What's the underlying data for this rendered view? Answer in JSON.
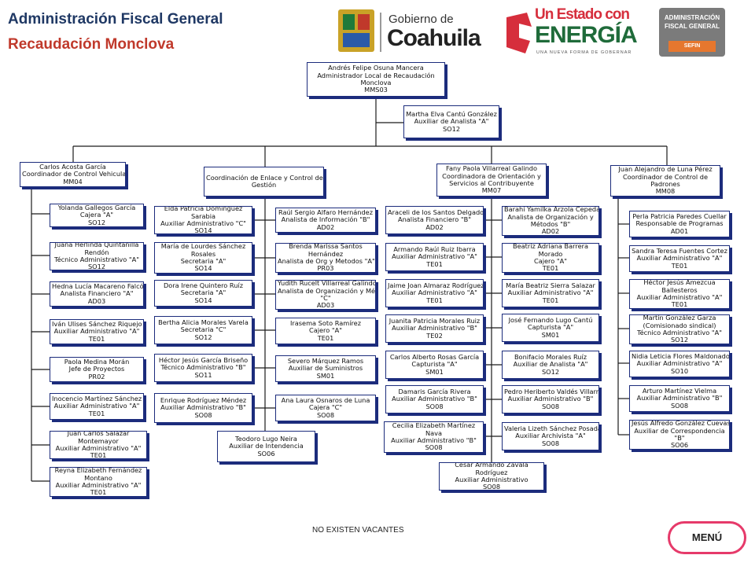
{
  "header": {
    "title": "Administración Fiscal General",
    "subtitle": "Recaudación Monclova"
  },
  "logos": {
    "coahuila_line1": "Gobierno de",
    "coahuila_line2": "Coahuila",
    "energia_line1": "Un Estado con",
    "energia_line2": "ENERGÍA",
    "energia_tagline": "UNA NUEVA FORMA DE GOBERNAR",
    "afg_line1": "ADMINISTRACIÓN",
    "afg_line2": "FISCAL GENERAL",
    "afg_line3": "SEFIN"
  },
  "footer": {
    "note": "NO EXISTEN VACANTES"
  },
  "menu": {
    "label": "MENÚ"
  },
  "colors": {
    "box_border": "#1c2c7c",
    "line": "#1a1a1a",
    "title": "#1f3864",
    "subtitle": "#c0392b",
    "menu_border": "#e63a6a"
  },
  "nodes": [
    {
      "id": "root",
      "lines": [
        "Andrés Felipe Osuna Mancera",
        "Administrador Local de Recaudación",
        "Monclova",
        "MMS03"
      ]
    },
    {
      "id": "aux",
      "lines": [
        "Martha Elva Cantú González",
        "Auxiliar de Analista \"A\"",
        "SO12"
      ]
    },
    {
      "id": "d1",
      "lines": [
        "Carlos Acosta García",
        "Coordinador de Control Vehicular",
        "MM04"
      ]
    },
    {
      "id": "d2",
      "lines": [
        "Coordinación de Enlace y Control de",
        "Gestión"
      ]
    },
    {
      "id": "d3",
      "lines": [
        "Fany Paola Villarreal Galindo",
        "Coordinadora de Orientación y",
        "Servicios al Contribuyente",
        "MM07"
      ]
    },
    {
      "id": "d4",
      "lines": [
        "Juan Alejandro de Luna Pérez",
        "Coordinador de Control de",
        "Padrones",
        "MM08"
      ]
    },
    {
      "id": "c1a",
      "lines": [
        "Yolanda Gallegos García",
        "Cajera \"A\"",
        "SO12"
      ]
    },
    {
      "id": "c1b",
      "lines": [
        "Juana Herlinda Quintanilla",
        "Rendón",
        "Técnico Administrativo \"A\"",
        "SO12"
      ]
    },
    {
      "id": "c1c",
      "lines": [
        "Hedna Lucía Macareno Falcón",
        "Analista Financiero \"A\"",
        "AD03"
      ]
    },
    {
      "id": "c1d",
      "lines": [
        "Iván Ulises Sánchez Riquejo",
        "Auxiliar Administrativo \"A\"",
        "TE01"
      ]
    },
    {
      "id": "c1e",
      "lines": [
        "Paola Medina Morán",
        "Jefe de Proyectos",
        "PR02"
      ]
    },
    {
      "id": "c1f",
      "lines": [
        "Inocencio Martínez Sánchez",
        "Auxiliar Administrativo \"A\"",
        "TE01"
      ]
    },
    {
      "id": "c1g",
      "lines": [
        "Juan Carlos Salazar",
        "Montemayor",
        "Auxiliar Administrativo \"A\"",
        "TE01"
      ]
    },
    {
      "id": "c1h",
      "lines": [
        "Reyna Elizabeth Fernández",
        "Montano",
        "Auxiliar Administrativo \"A\"",
        "TE01"
      ]
    },
    {
      "id": "c2a",
      "lines": [
        "Elda Patricia Domínguez",
        "Sarabia",
        "Auxiliar Administrativo \"C\"",
        "SO14"
      ]
    },
    {
      "id": "c2b",
      "lines": [
        "María de Lourdes Sánchez",
        "Rosales",
        "Secretaria \"A\"",
        "SO14"
      ]
    },
    {
      "id": "c2c",
      "lines": [
        "Dora Irene Quintero Ruíz",
        "Secretaria \"A\"",
        "SO14"
      ]
    },
    {
      "id": "c2d",
      "lines": [
        "Bertha Alicia Morales Varela",
        "Secretaria \"C\"",
        "SO12"
      ]
    },
    {
      "id": "c2e",
      "lines": [
        "Héctor Jesús García Briseño",
        "Técnico Administrativo \"B\"",
        "SO11"
      ]
    },
    {
      "id": "c2f",
      "lines": [
        "Enrique Rodríguez Méndez",
        "Auxiliar Administrativo \"B\"",
        "SO08"
      ]
    },
    {
      "id": "c2g",
      "lines": [
        "Teodoro Lugo Neira",
        "Auxiliar de Intendencia",
        "SO06"
      ]
    },
    {
      "id": "c2h",
      "lines": [
        "Raúl Sergio Alfaro Hernández",
        "Analista de Información \"B\"",
        "AD02"
      ]
    },
    {
      "id": "c2i",
      "lines": [
        "Brenda Marissa Santos",
        "Hernández",
        "Analista de Org y Metodos \"A\"",
        "PR03"
      ]
    },
    {
      "id": "c2j",
      "lines": [
        "Yudith Rucelt Villarreal Galindo",
        "Analista de Organización y Métodos",
        "\"C\"",
        "AD03"
      ]
    },
    {
      "id": "c2k",
      "lines": [
        "Irasema Soto Ramírez",
        "Cajero \"A\"",
        "TE01"
      ]
    },
    {
      "id": "c2l",
      "lines": [
        "Severo Márquez Ramos",
        "Auxiliar de Suministros",
        "SM01"
      ]
    },
    {
      "id": "c2m",
      "lines": [
        "Ana Laura Osnaros de Luna",
        "Cajera \"C\"",
        "SO08"
      ]
    },
    {
      "id": "c3a",
      "lines": [
        "Araceli de los Santos Delgado",
        "Analista Financiero \"B\"",
        "AD02"
      ]
    },
    {
      "id": "c3b",
      "lines": [
        "Armando Raúl Ruiz Ibarra",
        "Auxiliar Administrativo \"A\"",
        "TE01"
      ]
    },
    {
      "id": "c3c",
      "lines": [
        "Jaime Joan Almaraz Rodríguez",
        "Auxiliar Administrativo \"A\"",
        "TE01"
      ]
    },
    {
      "id": "c3d",
      "lines": [
        "Juanita Patricia Morales Ruiz",
        "Auxiliar Administrativo \"B\"",
        "TE02"
      ]
    },
    {
      "id": "c3e",
      "lines": [
        "Carlos Alberto Rosas García",
        "Capturista \"A\"",
        "SM01"
      ]
    },
    {
      "id": "c3f",
      "lines": [
        "Damaris García Rivera",
        "Auxiliar Administrativo \"B\"",
        "SO08"
      ]
    },
    {
      "id": "c3g",
      "lines": [
        "Cecilia Elizabeth Martínez",
        "Nava",
        "Auxiliar Administrativo \"B\"",
        "SO08"
      ]
    },
    {
      "id": "c3h",
      "lines": [
        "Barahí Yamilka Arzola Cepeda",
        "Analista de Organización y",
        "Métodos \"B\"",
        "AD02"
      ]
    },
    {
      "id": "c3i",
      "lines": [
        "Beatriz Adriana Barrera",
        "Morado",
        "Cajero \"A\"",
        "TE01"
      ]
    },
    {
      "id": "c3j",
      "lines": [
        "María Beatriz Sierra Salazar",
        "Auxiliar Administrativo \"A\"",
        "TE01"
      ]
    },
    {
      "id": "c3k",
      "lines": [
        "José Fernando Lugo Cantú",
        "Capturista \"A\"",
        "SM01"
      ]
    },
    {
      "id": "c3l",
      "lines": [
        "Bonifacio Morales Ruíz",
        "Auxiliar de Analista \"A\"",
        "SO12"
      ]
    },
    {
      "id": "c3m",
      "lines": [
        "Pedro Heriberto Valdés Villarreal",
        "Auxiliar Administrativo \"B\"",
        "SO08"
      ]
    },
    {
      "id": "c3n",
      "lines": [
        "Valeria Lizeth Sánchez Posada",
        "Auxiliar Archivista \"A\"",
        "SO08"
      ]
    },
    {
      "id": "c3o",
      "lines": [
        "César Armando Zavala",
        "Rodríguez",
        "Auxiliar Administrativo",
        "SO08"
      ]
    },
    {
      "id": "c4a",
      "lines": [
        "Perla Patricia Paredes Cuellar",
        "Responsable de Programas",
        "AD01"
      ]
    },
    {
      "id": "c4b",
      "lines": [
        "Sandra Teresa Fuentes Cortez",
        "Auxiliar Administrativo \"A\"",
        "TE01"
      ]
    },
    {
      "id": "c4c",
      "lines": [
        "Héctor Jesús Amezcua",
        "Ballesteros",
        "Auxiliar Administrativo \"A\"",
        "TE01"
      ]
    },
    {
      "id": "c4d",
      "lines": [
        "Martín González Garza",
        "(Comisionado sindical)",
        "Técnico Administrativo \"A\"",
        "SO12"
      ]
    },
    {
      "id": "c4e",
      "lines": [
        "Nidia Leticia Flores Maldonado",
        "Auxiliar Administrativo \"A\"",
        "SO10"
      ]
    },
    {
      "id": "c4f",
      "lines": [
        "Arturo Martínez Vielma",
        "Auxiliar Administrativo \"B\"",
        "SO08"
      ]
    },
    {
      "id": "c4g",
      "lines": [
        "Jesús Alfredo González Cuevas",
        "Auxiliar de Correspondencia",
        "\"B\"",
        "SO06"
      ]
    }
  ]
}
